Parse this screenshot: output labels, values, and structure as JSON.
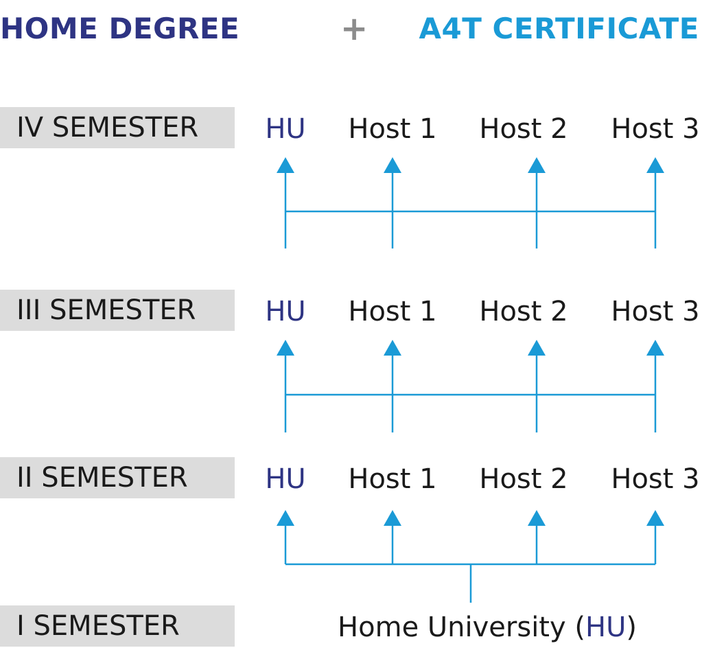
{
  "header": {
    "left": "HOME DEGREE",
    "plus": "+",
    "right": "A4T CERTIFICATE"
  },
  "semesters": [
    {
      "label": "IV SEMESTER"
    },
    {
      "label": "III SEMESTER"
    },
    {
      "label": "II SEMESTER"
    },
    {
      "label": "I SEMESTER"
    }
  ],
  "destinations": [
    "HU",
    "Host 1",
    "Host 2",
    "Host 3"
  ],
  "home_university": {
    "prefix": "Home University (",
    "abbr": "HU",
    "suffix": ")"
  },
  "colors": {
    "navy": "#2e3483",
    "blue": "#1a9ad6",
    "gray_box": "#dcdcdc",
    "plus_gray": "#8c8c8c",
    "text": "#1a1a1a"
  }
}
